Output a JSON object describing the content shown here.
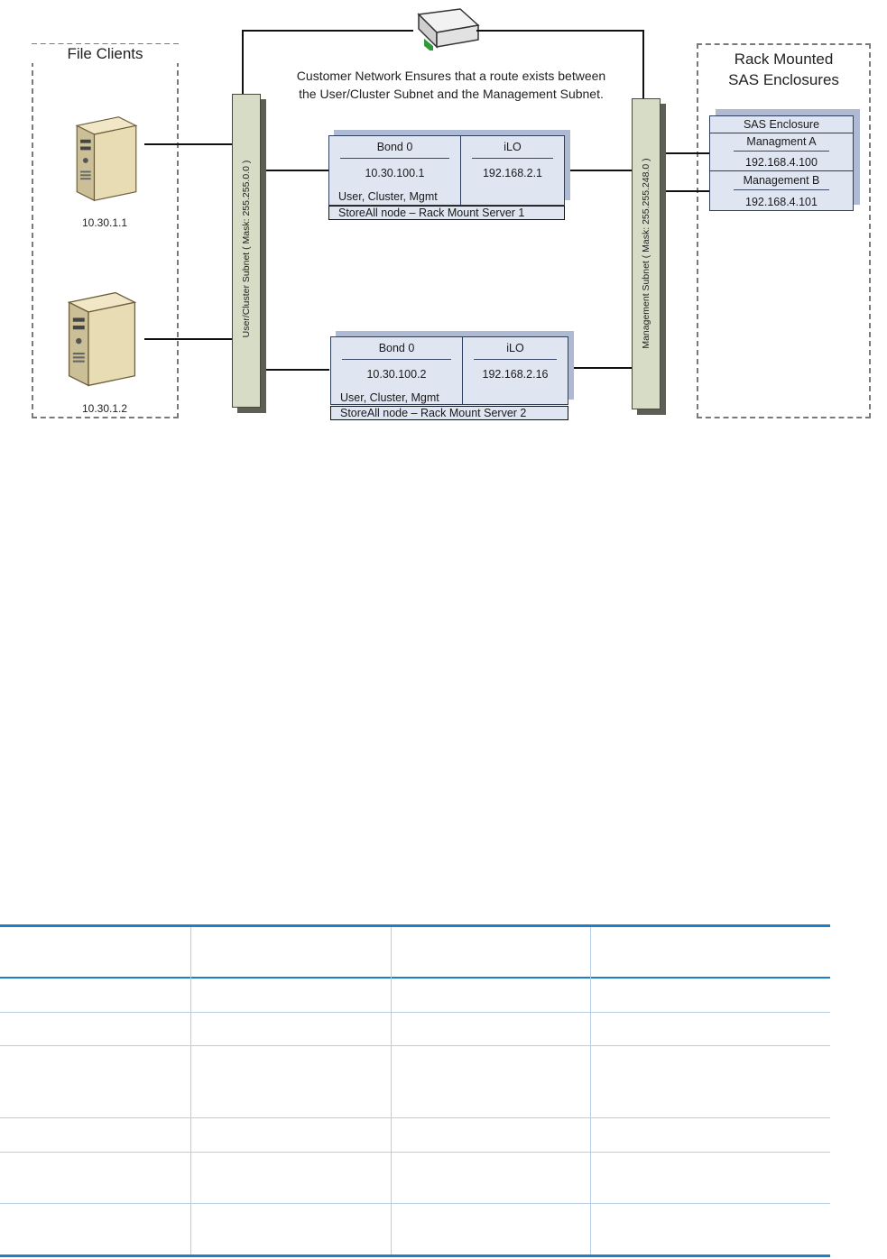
{
  "file_clients": {
    "title": "File Clients",
    "clients": [
      {
        "ip": "10.30.1.1"
      },
      {
        "ip": "10.30.1.2"
      }
    ]
  },
  "rack_mounted": {
    "title_line1": "Rack Mounted",
    "title_line2": "SAS Enclosures"
  },
  "network_note": {
    "line1": "Customer Network Ensures that a route exists between",
    "line2": "the User/Cluster Subnet and the Management Subnet."
  },
  "user_subnet": {
    "label": "User/Cluster Subnet ( Mask: 255.255.0.0 )"
  },
  "mgmt_subnet": {
    "label": "Management Subnet ( Mask: 255.255.248.0 )"
  },
  "servers": [
    {
      "bond_header": "Bond 0",
      "bond_ip": "10.30.100.1",
      "roles": "User, Cluster, Mgmt",
      "ilo_header": "iLO",
      "ilo_ip": "192.168.2.1",
      "caption": "StoreAll node – Rack Mount Server 1"
    },
    {
      "bond_header": "Bond 0",
      "bond_ip": "10.30.100.2",
      "roles": "User, Cluster, Mgmt",
      "ilo_header": "iLO",
      "ilo_ip": "192.168.2.16",
      "caption": "StoreAll node – Rack Mount Server 2"
    }
  ],
  "sas_enclosure": {
    "title": "SAS Enclosure",
    "mgmt_a_label": "Managment A",
    "mgmt_a_ip": "192.168.4.100",
    "mgmt_b_label": "Management B",
    "mgmt_b_ip": "192.168.4.101"
  },
  "colors": {
    "table_rule": "#1f7fc6",
    "table_grid": "#b7cde4",
    "subnet_bar": "#d6dcc6",
    "server_fill": "#dfe5f1"
  }
}
